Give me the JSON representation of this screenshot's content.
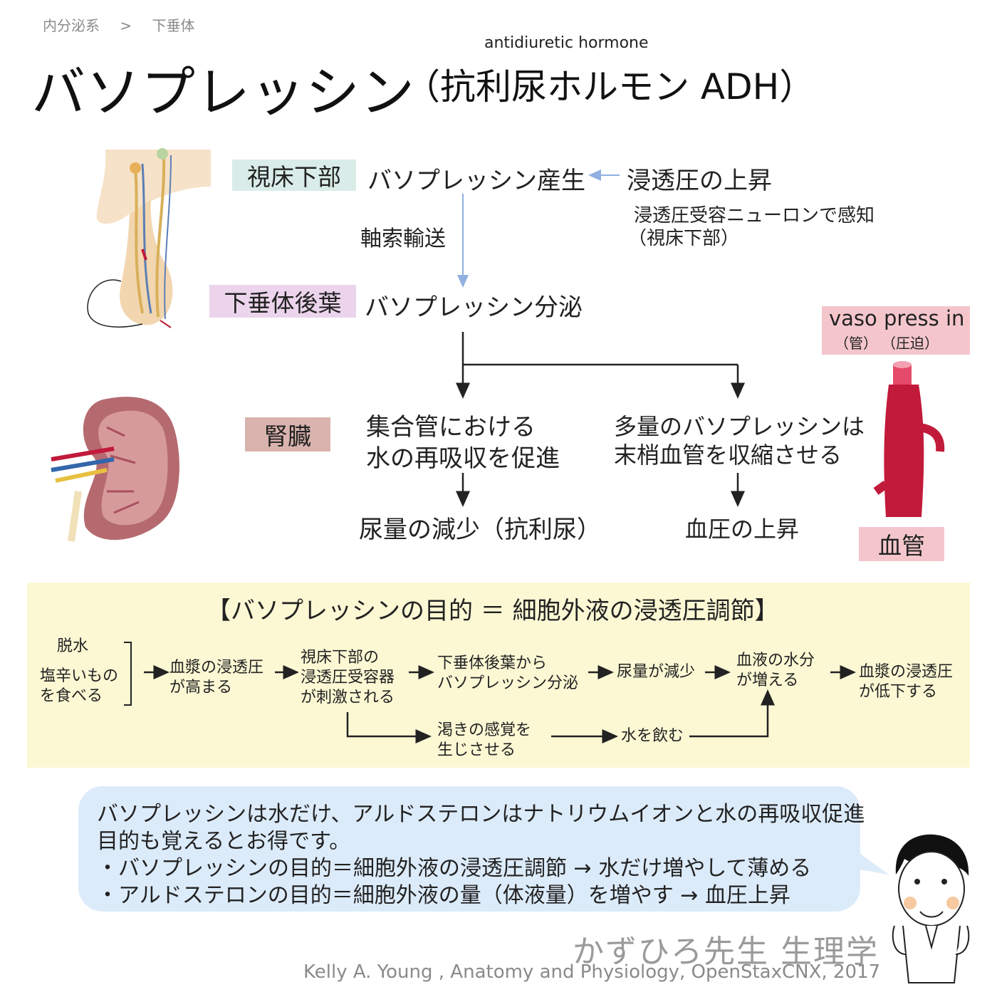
{
  "breadcrumb": {
    "parent": "内分泌系",
    "sep": ">",
    "current": "下垂体"
  },
  "title": {
    "main": "バソプレッシン",
    "paren": "（抗利尿ホルモン ADH）",
    "english": "antidiuretic hormone"
  },
  "tags": {
    "hypothalamus": "視床下部",
    "posterior_pituitary": "下垂体後葉",
    "kidney": "腎臓",
    "blood_vessel": "血管"
  },
  "pathway": {
    "production": "バソプレッシン産生",
    "stimulus": "浸透圧の上昇",
    "sensor_line1": "浸透圧受容ニューロンで感知",
    "sensor_line2": "（視床下部）",
    "transport": "軸索輸送",
    "secretion": "バソプレッシン分泌",
    "kidney_line1": "集合管における",
    "kidney_line2": "水の再吸収を促進",
    "kidney_result": "尿量の減少（抗利尿）",
    "vessel_line1": "多量のバソプレッシンは",
    "vessel_line2": "末梢血管を収縮させる",
    "vessel_result": "血圧の上昇"
  },
  "etymology": {
    "word": "vaso press in",
    "note1": "（管）",
    "note2": "（圧迫）"
  },
  "purpose": {
    "title": "【バソプレッシンの目的 ＝ 細胞外液の浸透圧調節】",
    "cause1": "脱水",
    "cause2_line1": "塩辛いもの",
    "cause2_line2": "を食べる",
    "step1_line1": "血漿の浸透圧",
    "step1_line2": "が高まる",
    "step2_line1": "視床下部の",
    "step2_line2": "浸透圧受容器",
    "step2_line3": "が刺激される",
    "step3_line1": "下垂体後葉から",
    "step3_line2": "バソプレッシン分泌",
    "step4": "尿量が減少",
    "step5_line1": "血液の水分",
    "step5_line2": "が増える",
    "step6_line1": "血漿の浸透圧",
    "step6_line2": "が低下する",
    "thirst_line1": "渇きの感覚を",
    "thirst_line2": "生じさせる",
    "drink": "水を飲む"
  },
  "note": {
    "line1": "バソプレッシンは水だけ、アルドステロンはナトリウムイオンと水の再吸収促進",
    "line2": "目的も覚えるとお得です。",
    "line3": "・バソプレッシンの目的＝細胞外液の浸透圧調節 → 水だけ増やして薄める",
    "line4": "・アルドステロンの目的＝細胞外液の量（体液量）を増やす → 血圧上昇"
  },
  "footer": {
    "brand": "かずひろ先生 生理学",
    "citation": "Kelly A. Young , Anatomy and Physiology, OpenStaxCNX, 2017"
  },
  "colors": {
    "hypothalamus_tag": "#d9ece8",
    "pituitary_tag": "#ecd5ec",
    "kidney_tag": "#d9b3ae",
    "vessel_tag": "#f4c6cc",
    "panel_bg": "#fcf8d4",
    "note_bg": "#dcebfa",
    "blue_arrow": "#8fb0e0",
    "vessel_red": "#c21a3a"
  }
}
